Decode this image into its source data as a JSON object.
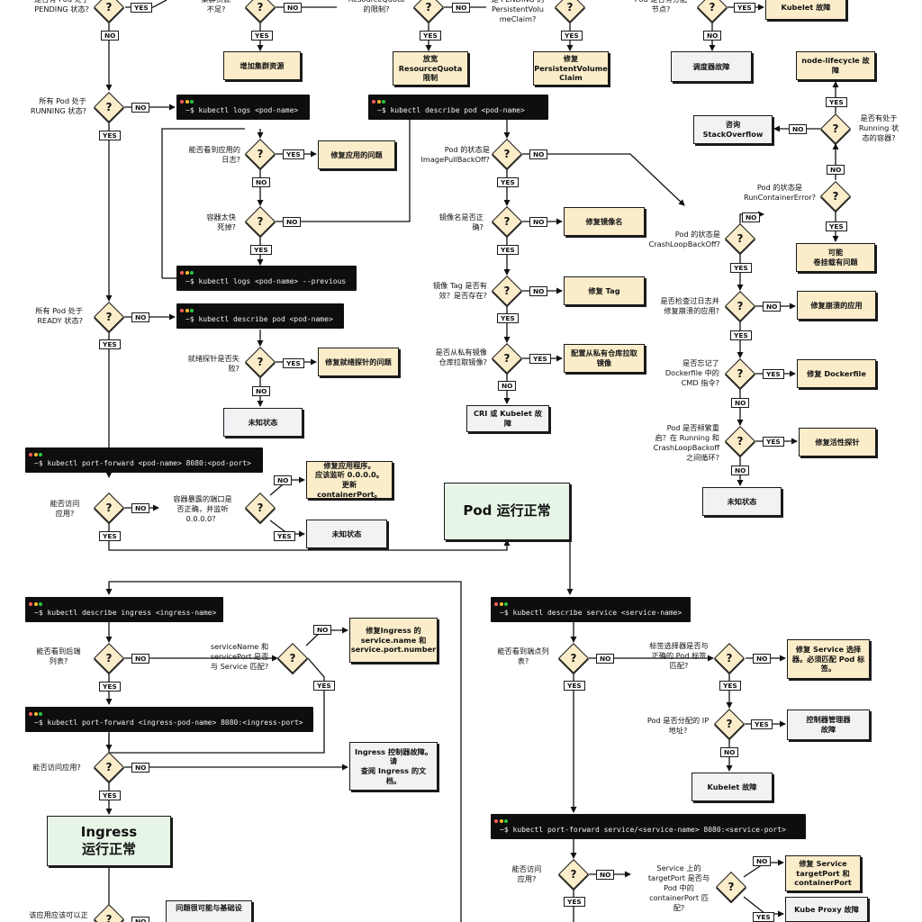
{
  "labels": {
    "yes": "YES",
    "no": "NO",
    "q": "?"
  },
  "text": {
    "q_pending_all": "是否有 Pod 处于\nPENDING 状态?",
    "q_cluster_res": "集群资源\n不足?",
    "q_resourcequota": "ResourceQuota\n的限制?",
    "q_pvc": "是 PENDING 的\nPersistentVolu\nmeClaim?",
    "q_node_assigned": "Pod 是否有分配\n节点?",
    "q_running": "所有 Pod 处于\nRUNNING 状态?",
    "q_see_logs": "能否看到应用的\n日志?",
    "q_crash_fast": "容器太快\n死掉?",
    "q_imagepull": "Pod 的状态是\nImagePullBackOff?",
    "q_image_name": "镜像名是否正\n确?",
    "q_image_tag": "镜像 Tag 是否有\n效？是否存在?",
    "q_private_reg": "是否从私有镜像\n仓库拉取镜像?",
    "q_crashloop": "Pod 的状态是\nCrashLoopBackOff?",
    "q_runcontainer": "Pod 的状态是\nRunContainerError?",
    "q_running_container": "是否有处于\nRunning 状\n态的容器?",
    "q_check_logs": "是否检查过日志并\n修复崩溃的应用?",
    "q_cmd": "是否忘记了\nDockerfile 中的\nCMD 指令?",
    "q_restart": "Pod 是否频繁重\n启？在 Running 和\nCrashLoopBackoff\n之间循环?",
    "q_ready": "所有 Pod 处于\nREADY 状态?",
    "q_readiness": "就绪探针是否失\n败?",
    "q_access_app": "能否访问\n应用?",
    "q_port_exposed": "容器暴露的端口是\n否正确，并监听\n0.0.0.0？",
    "q_backend_list": "能否看到后端\n列表?",
    "q_svc_match": "serviceName 和\nservicePort 是否\n与 Service 匹配?",
    "q_access_app2": "能否访问应用?",
    "q_public": "该应用应该可以正",
    "q_endpoints": "能否看到端点列\n表?",
    "q_selector": "标签选择器是否与\n正确的 Pod 标签\n匹配?",
    "q_pod_ip": "Pod 是否分配的 IP\n地址?",
    "q_access_app3": "能否访问\n应用?",
    "q_targetport": "Service 上的\ntargetPort 是否与\nPod 中的\ncontainerPort 匹\n配?"
  },
  "boxes": {
    "kubelet_fault": "Kubelet 故障",
    "add_cluster": "增加集群资源",
    "relax_quota": "放宽\nResourceQuota\n限制",
    "fix_pvc": "修复\nPersistentVolume\nClaim",
    "scheduler_fault": "调度器故障",
    "node_lifecycle": "node-lifecycle 故障",
    "stackoverflow": "咨询\nStackOverflow",
    "fix_app": "修复应用的问题",
    "fix_image_name": "修复镜像名",
    "fix_tag": "修复 Tag",
    "fix_private": "配置从私有仓库拉取\n镜像",
    "cri_kubelet": "CRI 或 Kubelet 故障",
    "volume_issue": "可能\n卷挂载有问题",
    "fix_crash_app": "修复崩溃的应用",
    "fix_dockerfile": "修复 Dockerfile",
    "fix_liveness": "修复活性探针",
    "unknown_1": "未知状态",
    "fix_readiness": "修复就绪探针的问题",
    "unknown_2": "未知状态",
    "fix_listen": "修复应用程序。\n应该监听 0.0.0.0。\n更新 containerPort。",
    "unknown_3": "未知状态",
    "pod_ok": "Pod 运行正常",
    "fix_ingress": "修复Ingress 的\nservice.name 和\nservice.port.number",
    "ingress_ctrl": "Ingress 控制器故障。请\n查阅 Ingress 的文档。",
    "ingress_ok": "Ingress\n运行正常",
    "infra_issue": "问题很可能与基础设",
    "fix_selector": "修复 Service 选择\n器。必须匹配 Pod 标\n签。",
    "ctrl_mgr": "控制器管理器\n故障",
    "kubelet_fault2": "Kubelet 故障",
    "fix_targetport": "修复 Service\ntargetPort 和\ncontainerPort",
    "kube_proxy": "Kube Proxy 故障"
  },
  "terminals": {
    "logs": "~$ kubectl logs <pod-name>",
    "describe_pod_a": "~$ kubectl describe pod <pod-name>",
    "logs_prev": "~$ kubectl logs <pod-name> --previous",
    "describe_pod_b": "~$ kubectl describe pod <pod-name>",
    "pf_pod": "~$ kubectl port-forward <pod-name> 8080:<pod-port>",
    "describe_ingress": "~$ kubectl describe ingress <ingress-name>",
    "pf_ingress": "~$ kubectl port-forward <ingress-pod-name> 8080:<ingress-port>",
    "describe_service": "~$ kubectl describe service <service-name>",
    "pf_service": "~$ kubectl port-forward service/<service-name> 8080:<service-port>"
  }
}
